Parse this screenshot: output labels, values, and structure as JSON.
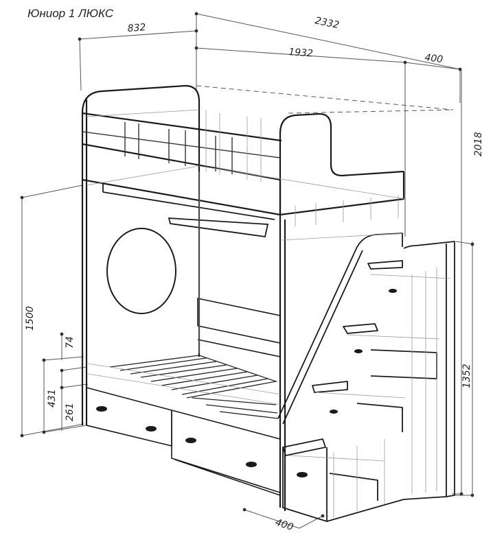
{
  "title": "Юниор 1 ЛЮКС",
  "dimensions": {
    "total_length": "2332",
    "depth": "832",
    "bed_length": "1932",
    "stair_width_top": "400",
    "total_height": "2018",
    "upper_bed_height": "1500",
    "stair_height": "1352",
    "drawer_height_74": "74",
    "lower_bed_431": "431",
    "drawer_height_261": "261",
    "stair_width_bottom": "400"
  },
  "colors": {
    "ink": "#1a1a1a",
    "thin": "#555555",
    "faint": "#9a9a9a"
  }
}
